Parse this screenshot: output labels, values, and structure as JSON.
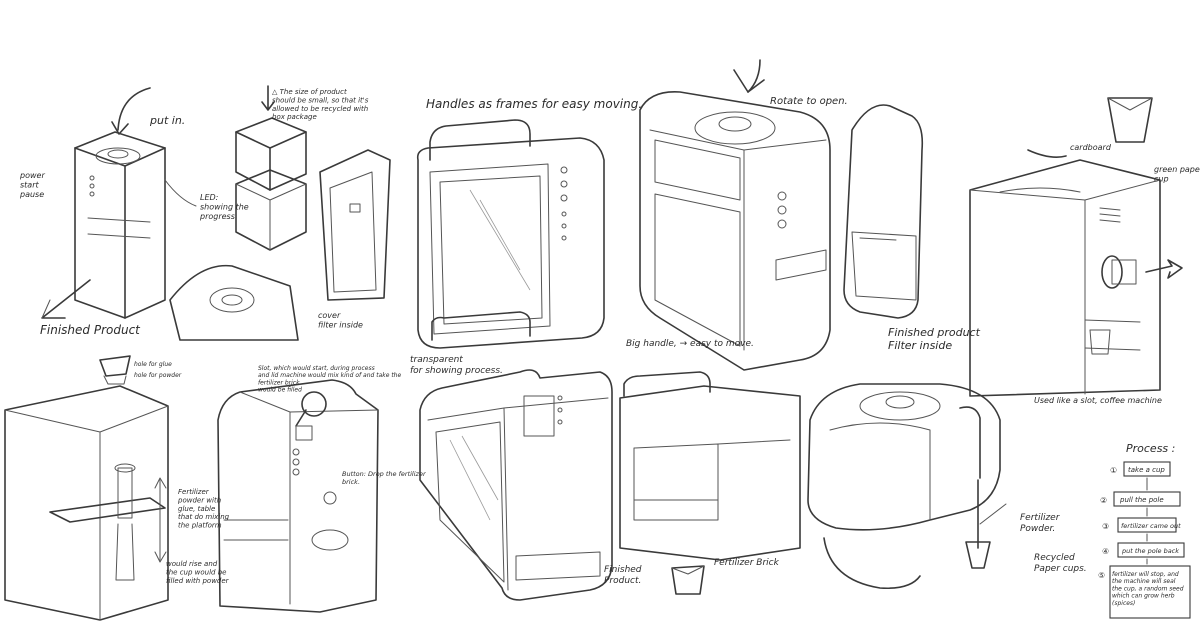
{
  "labels": {
    "put_in": "put in.",
    "power_start_pause": "power\nstart\npause",
    "led_showing": "LED:\nshowing the\nprogress",
    "finished_product_1": "Finished Product",
    "size_note": "△ The size of product\nshould be small, so that it's\nallowed to be recycled with\nbox package",
    "cover_filter": "cover\nfilter inside",
    "handles_frames": "Handles as frames for easy moving.",
    "transparent_showing": "transparent\nfor showing process.",
    "rotate_to_open": "Rotate to open.",
    "finished_product_filter": "Finished product\nFilter inside",
    "cardboard": "cardboard",
    "green_paper_cup": "green paper\ncup",
    "used_like_slot": "Used like a slot, coffee machine",
    "hole_glue": "hole for glue",
    "hole_powder": "hole for powder",
    "fertilizer_powder_mix": "Fertilizer\npowder with\nglue, table\nthat do mixing\nthe platform",
    "would_rise": "would rise and\nthe cup would be\nfilled with powder",
    "slot_note": "Slot, which would start, during process\nand lid machine would mix kind of and take the\nfertilizer brick\nwould be filled",
    "button_drop": "Button: Drop the fertilizer\nbrick.",
    "big_handle": "Big handle, → easy to move.",
    "finished_product_2": "Finished\nProduct.",
    "fertilizer_brick": "Fertilizer Brick",
    "fertilizer_powder": "Fertilizer\nPowder.",
    "recycled_cups": "Recycled\nPaper cups."
  },
  "process": {
    "title": "Process :",
    "steps": [
      {
        "num": "①",
        "text": "take a cup"
      },
      {
        "num": "②",
        "text": "pull the pole"
      },
      {
        "num": "③",
        "text": "fertilizer came out"
      },
      {
        "num": "④",
        "text": "put the pole back"
      },
      {
        "num": "⑤",
        "text": "fertilizer will stop, and\nthe machine will seal\nthe cup, a random seed\nwhich can grow herb\n(spices)"
      }
    ]
  }
}
